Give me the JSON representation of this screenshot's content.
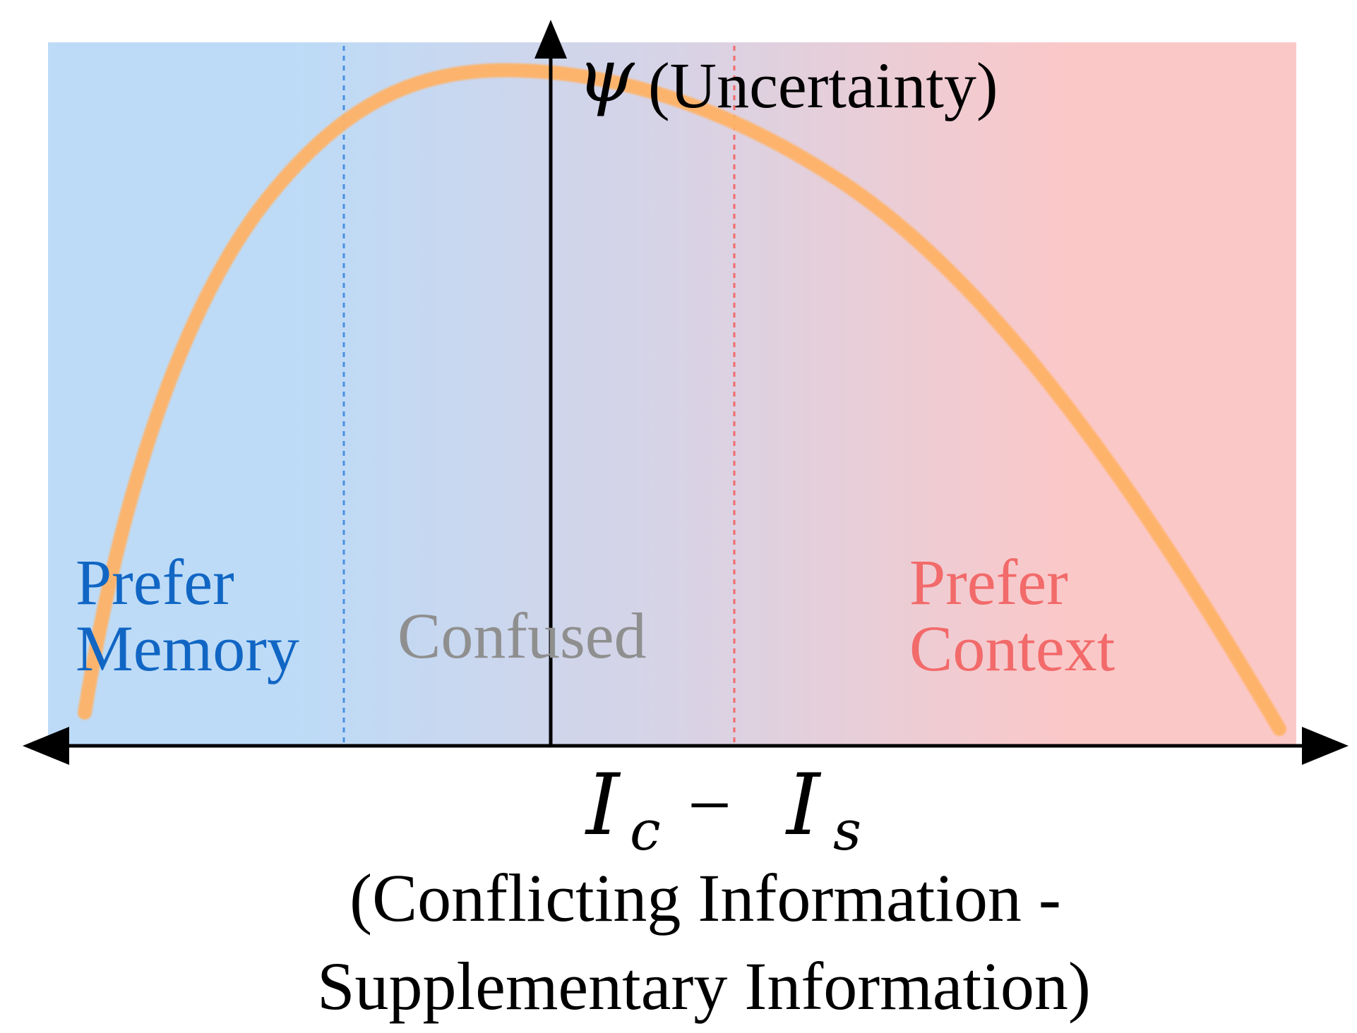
{
  "colors": {
    "memory_region": "#bddbf7",
    "confused_region_mid": "#d7d3e6",
    "context_region": "#fbc8c8",
    "memory_text": "#1166c4",
    "confused_text": "#8f8f8f",
    "context_text": "#f26a6a",
    "memory_boundary": "#4a90e2",
    "context_boundary": "#f06b6b",
    "curve": "#ffb266",
    "axis": "#000000"
  },
  "y_axis": {
    "symbol": "ψ",
    "label": "(Uncertainty)"
  },
  "x_axis": {
    "math_main_1": "I",
    "math_sub_1": "c",
    "math_operator": "−",
    "math_main_2": "I",
    "math_sub_2": "s",
    "caption_line_1": "(Conflicting Information -",
    "caption_line_2": "Supplementary Information)"
  },
  "regions": {
    "memory": {
      "line_1": "Prefer",
      "line_2": "Memory"
    },
    "confused": {
      "label": "Confused"
    },
    "context": {
      "line_1": "Prefer",
      "line_2": "Context"
    }
  },
  "icons": {
    "y_arrow": "arrow-up-icon",
    "x_arrow_left": "arrow-left-icon",
    "x_arrow_right": "arrow-right-icon"
  }
}
